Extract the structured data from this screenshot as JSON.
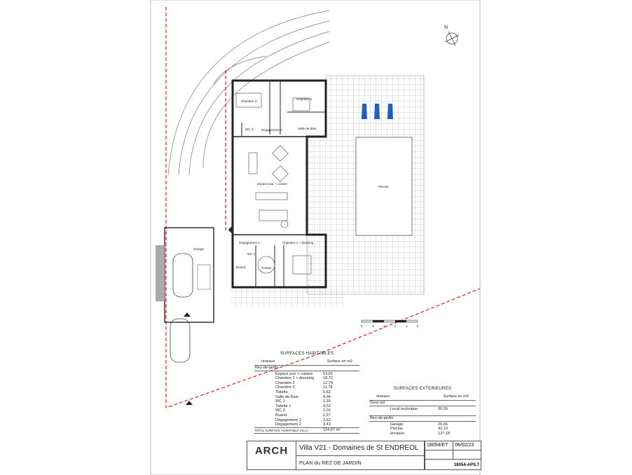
{
  "plan": {
    "north_label": "N",
    "rooms": {
      "chambre3": "Chambre 3",
      "chambre2": "Chambre 2",
      "wc2": "WC 2",
      "degagement2": "Dégagement 2",
      "salle_de_bain": "Salle de Bain",
      "espace_jour": "Espace jour + cuisine",
      "piscine": "Piscine",
      "degagement1": "Dégagement 1",
      "chambre1": "Chambre 1 + dressing",
      "wc1": "WC 1",
      "buand": "Buand.",
      "toilette": "Toilette",
      "garage": "Garage"
    },
    "scale_ticks": [
      "5",
      "4",
      "3",
      "2",
      "1",
      "0"
    ]
  },
  "surfaces_habitables": {
    "title": "SURFACES HABITABLES",
    "col_niveaux": "niveaux",
    "col_surface": "Surface en m2",
    "level": "Rez-de-jardin",
    "rows": [
      {
        "name": "Espace jour + cuisine",
        "value": "53,61"
      },
      {
        "name": "Chambre 1 + dressing",
        "value": "18,72"
      },
      {
        "name": "Chambre 2",
        "value": "12,74"
      },
      {
        "name": "Chambre 3",
        "value": "11,78"
      },
      {
        "name": "Toilette",
        "value": "5,62"
      },
      {
        "name": "Salle de Bain",
        "value": "4,94"
      },
      {
        "name": "WC 1",
        "value": "1,39"
      },
      {
        "name": "Toilette 1",
        "value": "4,52"
      },
      {
        "name": "WC 2",
        "value": "2,03"
      },
      {
        "name": "Buand.",
        "value": "2,27"
      },
      {
        "name": "Dégagement 1",
        "value": "3,52"
      },
      {
        "name": "Dégagement 2",
        "value": "3,43"
      }
    ],
    "total_label": "TOTAL SURFACE HABITABLE VILLA",
    "total_value": "124,57 m²"
  },
  "surfaces_exterieures": {
    "title": "SURFACES EXTERIEURES",
    "col_niveaux": "niveaux",
    "col_surface": "Surface en m2",
    "level1": "Sous sol",
    "rows1": [
      {
        "name": "Local technique",
        "value": "39,59"
      }
    ],
    "level2": "Rez-de-jardin",
    "rows2": [
      {
        "name": "Garage",
        "value": "26,66"
      },
      {
        "name": "Piscine",
        "value": "42,13"
      },
      {
        "name": "terrasse",
        "value": "127,18"
      }
    ]
  },
  "title_block": {
    "logo": "ARCH",
    "project": "Villa V21 - Domaines de St ENDREOL",
    "sheet": "PLAN du REZ DE JARDIN",
    "ref": "18054/ET",
    "date": "06/02/23",
    "code": "18054-APS.7"
  },
  "colors": {
    "property_line": "#e02020",
    "lounger": "#1f5fc0"
  }
}
